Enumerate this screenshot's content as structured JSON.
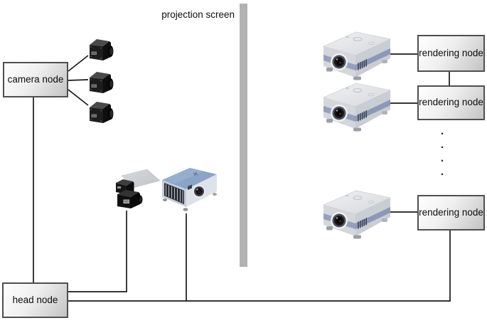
{
  "diagram": {
    "screen_label": "projection screen",
    "nodes": {
      "camera_node": "camera node",
      "head_node": "head node",
      "rendering_node_1": "rendering node",
      "rendering_node_2": "rendering node",
      "rendering_node_3": "rendering node"
    },
    "ellipsis": [
      ".",
      ".",
      ".",
      "."
    ],
    "devices": {
      "camera_1": "industrial-camera-icon",
      "camera_2": "industrial-camera-icon",
      "camera_3": "industrial-camera-icon",
      "tracked_camera": "camera-with-calibration-sheet-icon",
      "portable_projector": "portable-projector-icon",
      "projector_1": "projector-icon",
      "projector_2": "projector-icon",
      "projector_3": "projector-icon"
    },
    "colors": {
      "background": "#ffffff",
      "screen_bar": "#b2b2b2",
      "wire": "#1a1a1a",
      "box_border": "#4f4f4f",
      "box_fill_light": "#ffffff",
      "box_fill_dark": "#c3c3c3",
      "text": "#0d0d0d"
    }
  }
}
